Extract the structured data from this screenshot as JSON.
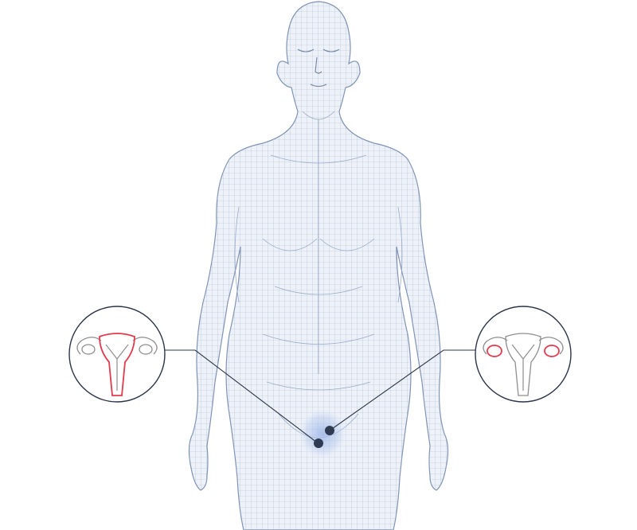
{
  "figure": {
    "body_model": "female-wireframe-body",
    "callouts": [
      {
        "name": "uterus-callout",
        "icon": "uterus-icon",
        "highlight": "uterus-and-cervix"
      },
      {
        "name": "ovaries-callout",
        "icon": "ovaries-icon",
        "highlight": "ovaries"
      }
    ],
    "markers": [
      {
        "name": "uterus-marker"
      },
      {
        "name": "ovary-marker"
      }
    ]
  },
  "colors": {
    "mesh": "#9fb2cf",
    "mesh_fill": "#eef2f8",
    "outline": "#7f93b5",
    "callout_border": "#2b3548",
    "connector": "#2b3548",
    "marker": "#2f3b52",
    "glow": "#9db6e8",
    "organ_outline": "#8e8e8e",
    "highlight": "#e23b4d"
  }
}
